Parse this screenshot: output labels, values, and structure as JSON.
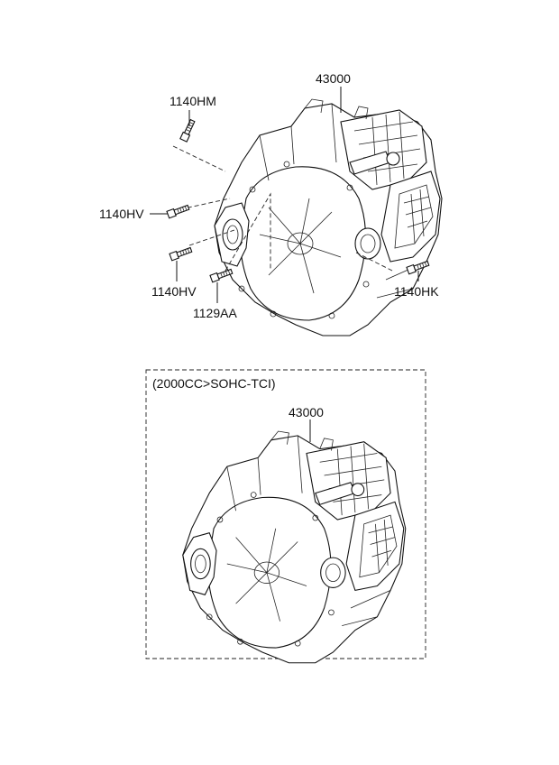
{
  "upper_assembly": {
    "main_part_no": "43000",
    "bolt_labels": {
      "top": "1140HM",
      "left": "1140HV",
      "lower_left": "1140HV",
      "bottom": "1129AA",
      "right": "1140HK"
    }
  },
  "variant_box": {
    "caption": "(2000CC>SOHC-TCI)",
    "main_part_no": "43000"
  }
}
